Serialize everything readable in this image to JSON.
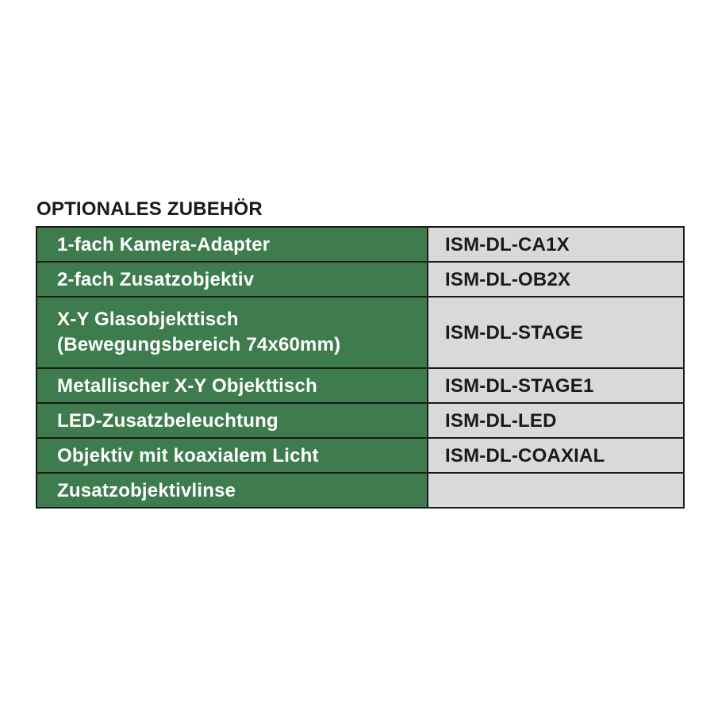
{
  "heading": "OPTIONALES ZUBEHÖR",
  "accessories": [
    {
      "description": "1-fach Kamera-Adapter",
      "code": "ISM-DL-CA1X"
    },
    {
      "description": "2-fach Zusatzobjektiv",
      "code": "ISM-DL-OB2X"
    },
    {
      "description": "X-Y Glasobjekttisch",
      "description_line2": "(Bewegungsbereich 74x60mm)",
      "code": "ISM-DL-STAGE"
    },
    {
      "description": "Metallischer X-Y Objekttisch",
      "code": "ISM-DL-STAGE1"
    },
    {
      "description": "LED-Zusatzbeleuchtung",
      "code": "ISM-DL-LED"
    },
    {
      "description": "Objektiv mit koaxialem Licht",
      "code": "ISM-DL-COAXIAL"
    },
    {
      "description": "Zusatzobjektivlinse",
      "code": ""
    }
  ],
  "colors": {
    "description_cell": "#3e7c4d",
    "code_cell": "#d9d9d9",
    "border": "#1a1a1a"
  }
}
